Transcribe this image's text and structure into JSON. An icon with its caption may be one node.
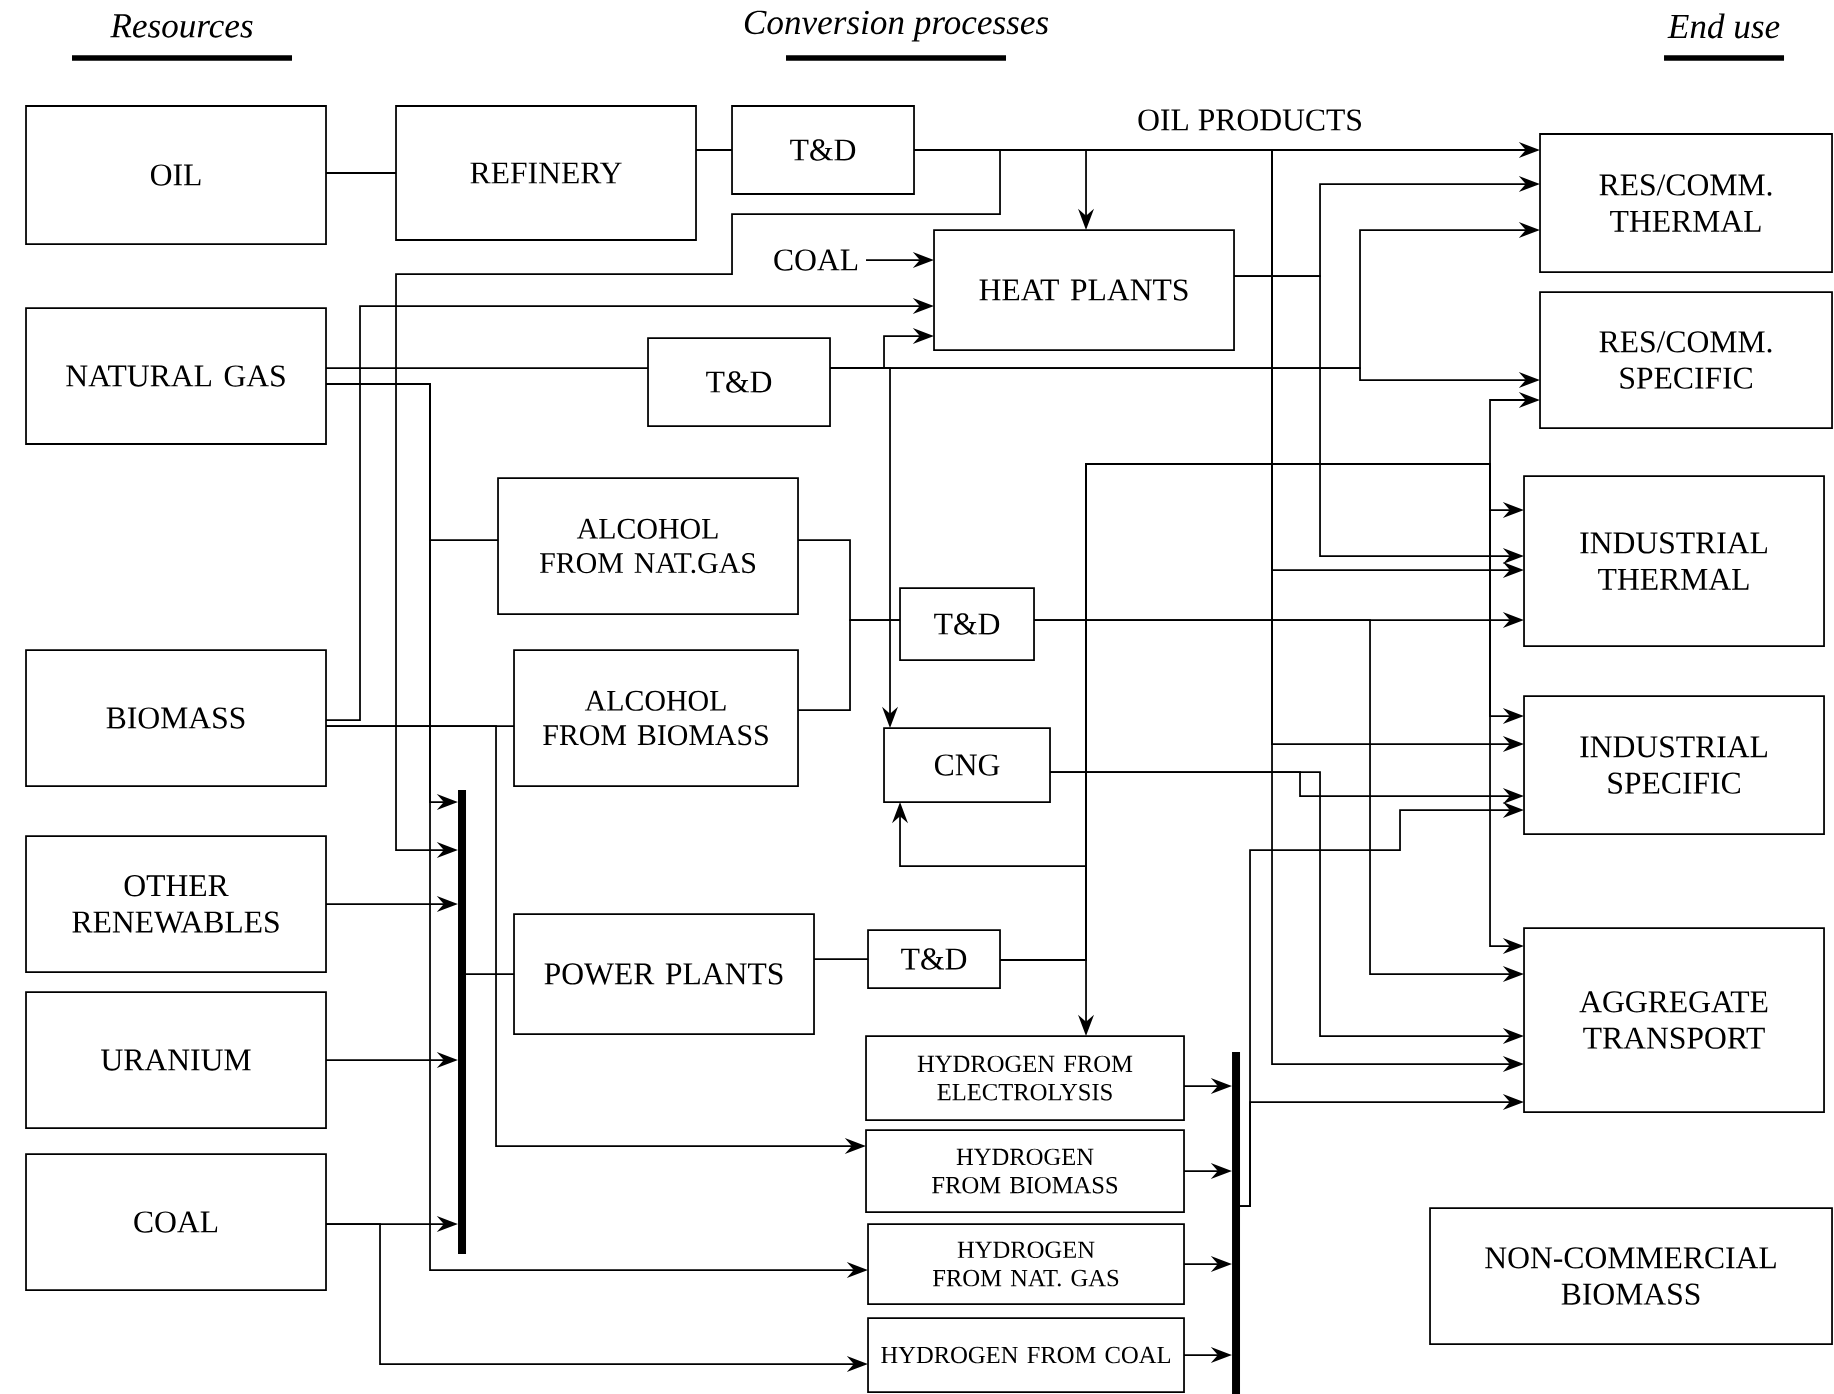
{
  "diagram": {
    "nodes": [
      {
        "text": [
          "OIL"
        ]
      },
      {
        "text": [
          "REFINERY"
        ]
      },
      {
        "text": [
          "T&D"
        ]
      },
      {
        "text": [
          "COAL"
        ]
      },
      {
        "text": [
          "HEAT PLANTS"
        ]
      },
      {
        "text": [
          "NATURAL GAS"
        ]
      },
      {
        "text": [
          "T&D"
        ]
      },
      {
        "text": [
          "ALCOHOL FROM NAT.GAS"
        ]
      },
      {
        "text": [
          "BIOMASS"
        ]
      },
      {
        "text": [
          "ALCOHOL FROM BIOMASS"
        ]
      },
      {
        "text": [
          "T&D"
        ]
      },
      {
        "text": [
          "CNG"
        ]
      },
      {
        "text": [
          "OTHER RENEWABLES"
        ]
      },
      {
        "text": [
          "URANIUM"
        ]
      },
      {
        "text": [
          "COAL"
        ]
      },
      {
        "text": [],
        "shape": "bar"
      },
      {
        "text": [
          "POWER PLANTS"
        ]
      },
      {
        "text": [
          "T&D"
        ]
      },
      {
        "text": [
          "HYDROGEN FROM ELECTROLYSIS"
        ]
      },
      {
        "text": [
          "HYDROGEN FROM BIOMASS"
        ]
      },
      {
        "text": [
          "HYDROGEN FROM NAT. GAS"
        ]
      },
      {
        "text": [
          "HYDROGEN FROM COAL"
        ]
      },
      {
        "text": [],
        "shape": "bar"
      },
      {
        "text": [
          "RES/COMM. THERMAL"
        ]
      },
      {
        "text": [
          "RES/COMM. SPECIFIC"
        ]
      },
      {
        "text": [
          "INDUSTRIAL THERMAL"
        ]
      },
      {
        "text": [
          "INDUSTRIAL SPECIFIC"
        ]
      },
      {
        "text": [
          "AGGREGATE TRANSPORT"
        ]
      },
      {
        "text": [
          "NON-COMMERCIAL BIOMASS"
        ]
      }
    ],
    "edges": [
      {
        "from": 0,
        "to": 1,
        "arrow": "none"
      },
      {
        "from": 1,
        "to": 2,
        "arrow": "none"
      },
      {
        "from": 2,
        "to": 23,
        "arrow": "to"
      },
      {
        "from": 2,
        "to": 4,
        "arrow": "to"
      },
      {
        "from": 2,
        "to": 15,
        "arrow": "to"
      },
      {
        "from": 2,
        "to": 25,
        "arrow": "to"
      },
      {
        "from": 2,
        "to": 26,
        "arrow": "to"
      },
      {
        "from": 2,
        "to": 27,
        "arrow": "to"
      },
      {
        "from": 3,
        "to": 4,
        "arrow": "to"
      },
      {
        "from": 8,
        "to": 4,
        "arrow": "to"
      },
      {
        "from": 6,
        "to": 4,
        "arrow": "to"
      },
      {
        "from": 6,
        "to": 11,
        "arrow": "to"
      },
      {
        "from": 6,
        "to": 23,
        "arrow": "to"
      },
      {
        "from": 6,
        "to": 24,
        "arrow": "to"
      },
      {
        "from": 5,
        "to": 6,
        "arrow": "none"
      },
      {
        "from": 5,
        "to": 7,
        "arrow": "none"
      },
      {
        "from": 5,
        "to": 15,
        "arrow": "to"
      },
      {
        "from": 5,
        "to": 20,
        "arrow": "to"
      },
      {
        "from": 8,
        "to": 9,
        "arrow": "none"
      },
      {
        "from": 8,
        "to": 19,
        "arrow": "to"
      },
      {
        "from": 12,
        "to": 15,
        "arrow": "to"
      },
      {
        "from": 13,
        "to": 15,
        "arrow": "to"
      },
      {
        "from": 14,
        "to": 15,
        "arrow": "to"
      },
      {
        "from": 14,
        "to": 21,
        "arrow": "to"
      },
      {
        "from": 15,
        "to": 16,
        "arrow": "none"
      },
      {
        "from": 16,
        "to": 17,
        "arrow": "none"
      },
      {
        "from": 7,
        "to": 10,
        "arrow": "none"
      },
      {
        "from": 9,
        "to": 10,
        "arrow": "none"
      },
      {
        "from": 10,
        "to": 25,
        "arrow": "to"
      },
      {
        "from": 10,
        "to": 27,
        "arrow": "to"
      },
      {
        "from": 17,
        "to": 18,
        "arrow": "to"
      },
      {
        "from": 17,
        "to": 11,
        "arrow": "to"
      },
      {
        "from": 17,
        "to": 24,
        "arrow": "to"
      },
      {
        "from": 17,
        "to": 25,
        "arrow": "to"
      },
      {
        "from": 17,
        "to": 26,
        "arrow": "to"
      },
      {
        "from": 17,
        "to": 27,
        "arrow": "to"
      },
      {
        "from": 4,
        "to": 23,
        "arrow": "to"
      },
      {
        "from": 4,
        "to": 25,
        "arrow": "to"
      },
      {
        "from": 11,
        "to": 26,
        "arrow": "to"
      },
      {
        "from": 11,
        "to": 27,
        "arrow": "to"
      },
      {
        "from": 18,
        "to": 22,
        "arrow": "to"
      },
      {
        "from": 19,
        "to": 22,
        "arrow": "to"
      },
      {
        "from": 20,
        "to": 22,
        "arrow": "to"
      },
      {
        "from": 21,
        "to": 22,
        "arrow": "to"
      },
      {
        "from": 22,
        "to": 27,
        "arrow": "to"
      },
      {
        "from": 22,
        "to": 26,
        "arrow": "to"
      }
    ],
    "labels": [
      "Resources",
      "Conversion processes",
      "End use",
      "OIL PRODUCTS"
    ]
  }
}
